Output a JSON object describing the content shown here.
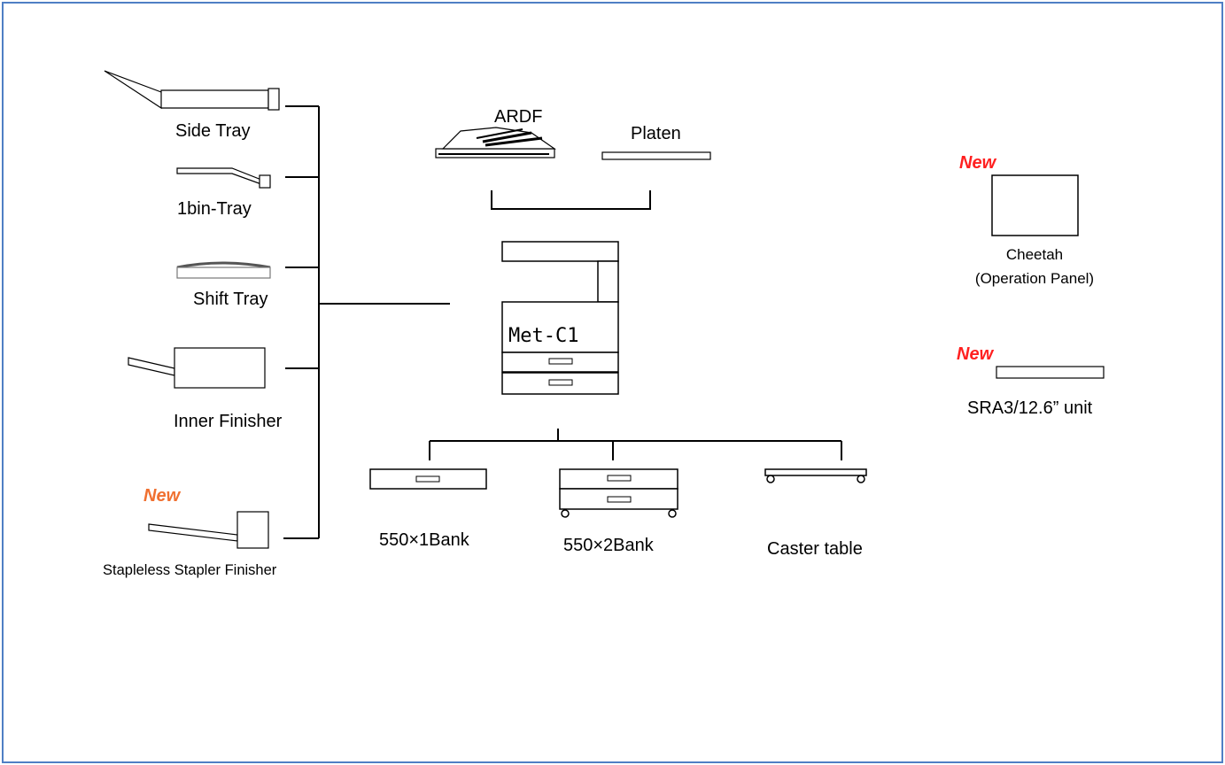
{
  "diagram": {
    "left_options": {
      "side_tray": "Side Tray",
      "one_bin_tray": "1bin-Tray",
      "shift_tray": "Shift Tray",
      "inner_finisher": "Inner Finisher",
      "stapleless_finisher": "Stapleless Stapler Finisher",
      "stapleless_new_badge": "New"
    },
    "top_options": {
      "ardf": "ARDF",
      "platen": "Platen"
    },
    "main_unit": {
      "label": "Met-C1"
    },
    "bottom_options": {
      "bank1": "550×1Bank",
      "bank2": "550×2Bank",
      "caster": "Caster table"
    },
    "right_options": {
      "cheetah_new_badge": "New",
      "cheetah_line1": "Cheetah",
      "cheetah_line2": "(Operation Panel)",
      "sra3_new_badge": "New",
      "sra3_label": "SRA3/12.6” unit"
    },
    "colors": {
      "frame_border": "#4f7fc4",
      "new_red": "#ff2020",
      "new_orange": "#f07030"
    }
  }
}
